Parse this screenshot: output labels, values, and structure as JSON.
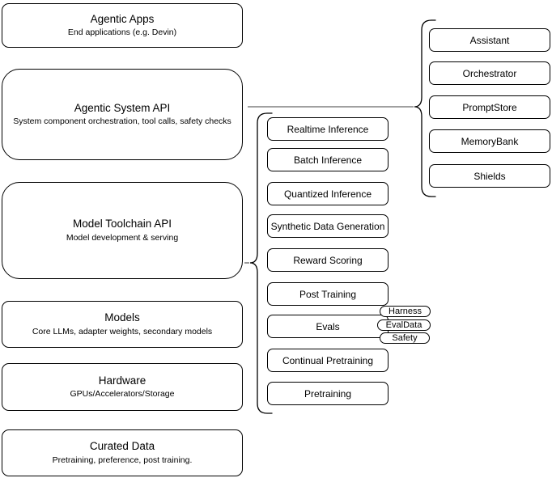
{
  "diagram": {
    "left_stack": [
      {
        "title": "Agentic Apps",
        "subtitle": "End applications (e.g. Devin)"
      },
      {
        "title": "Agentic System API",
        "subtitle": "System component orchestration, tool calls, safety checks"
      },
      {
        "title": "Model Toolchain API",
        "subtitle": "Model development & serving"
      },
      {
        "title": "Models",
        "subtitle": "Core LLMs, adapter weights, secondary models"
      },
      {
        "title": "Hardware",
        "subtitle": "GPUs/Accelerators/Storage"
      },
      {
        "title": "Curated Data",
        "subtitle": "Pretraining, preference, post training."
      }
    ],
    "toolchain_services": [
      "Realtime Inference",
      "Batch Inference",
      "Quantized Inference",
      "Synthetic Data Generation",
      "Reward Scoring",
      "Post Training",
      "Evals",
      "Continual Pretraining",
      "Pretraining"
    ],
    "evals_attachments": [
      "Harness",
      "EvalData",
      "Safety"
    ],
    "system_components": [
      "Assistant",
      "Orchestrator",
      "PromptStore",
      "MemoryBank",
      "Shields"
    ],
    "colors": {
      "background": "#ffffff",
      "box_fill": "#ffffff",
      "box_border": "#000000",
      "text": "#000000",
      "connector": "#808080",
      "brace": "#000000"
    }
  }
}
